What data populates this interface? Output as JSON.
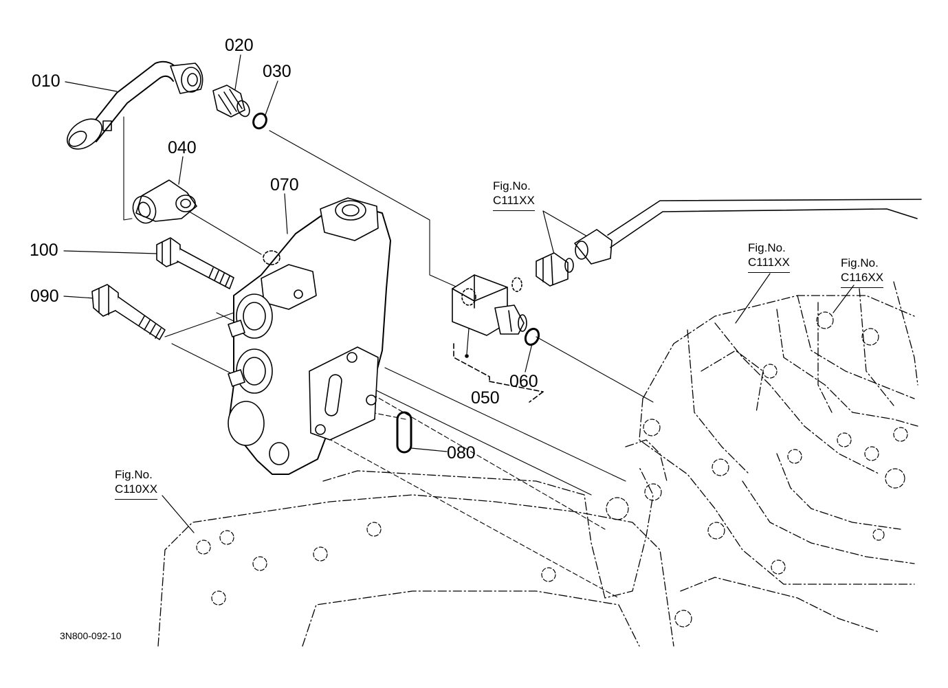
{
  "diagram": {
    "drawing_code": "3N800-092-10",
    "part_labels": {
      "p010": "010",
      "p020": "020",
      "p030": "030",
      "p040": "040",
      "p050": "050",
      "p060": "060",
      "p070": "070",
      "p080": "080",
      "p090": "090",
      "p100": "100"
    },
    "figure_refs": {
      "r1": {
        "label": "Fig.No.",
        "code": "C111XX"
      },
      "r2": {
        "label": "Fig.No.",
        "code": "C111XX"
      },
      "r3": {
        "label": "Fig.No.",
        "code": "C116XX"
      },
      "r4": {
        "label": "Fig.No.",
        "code": "C110XX"
      }
    }
  }
}
